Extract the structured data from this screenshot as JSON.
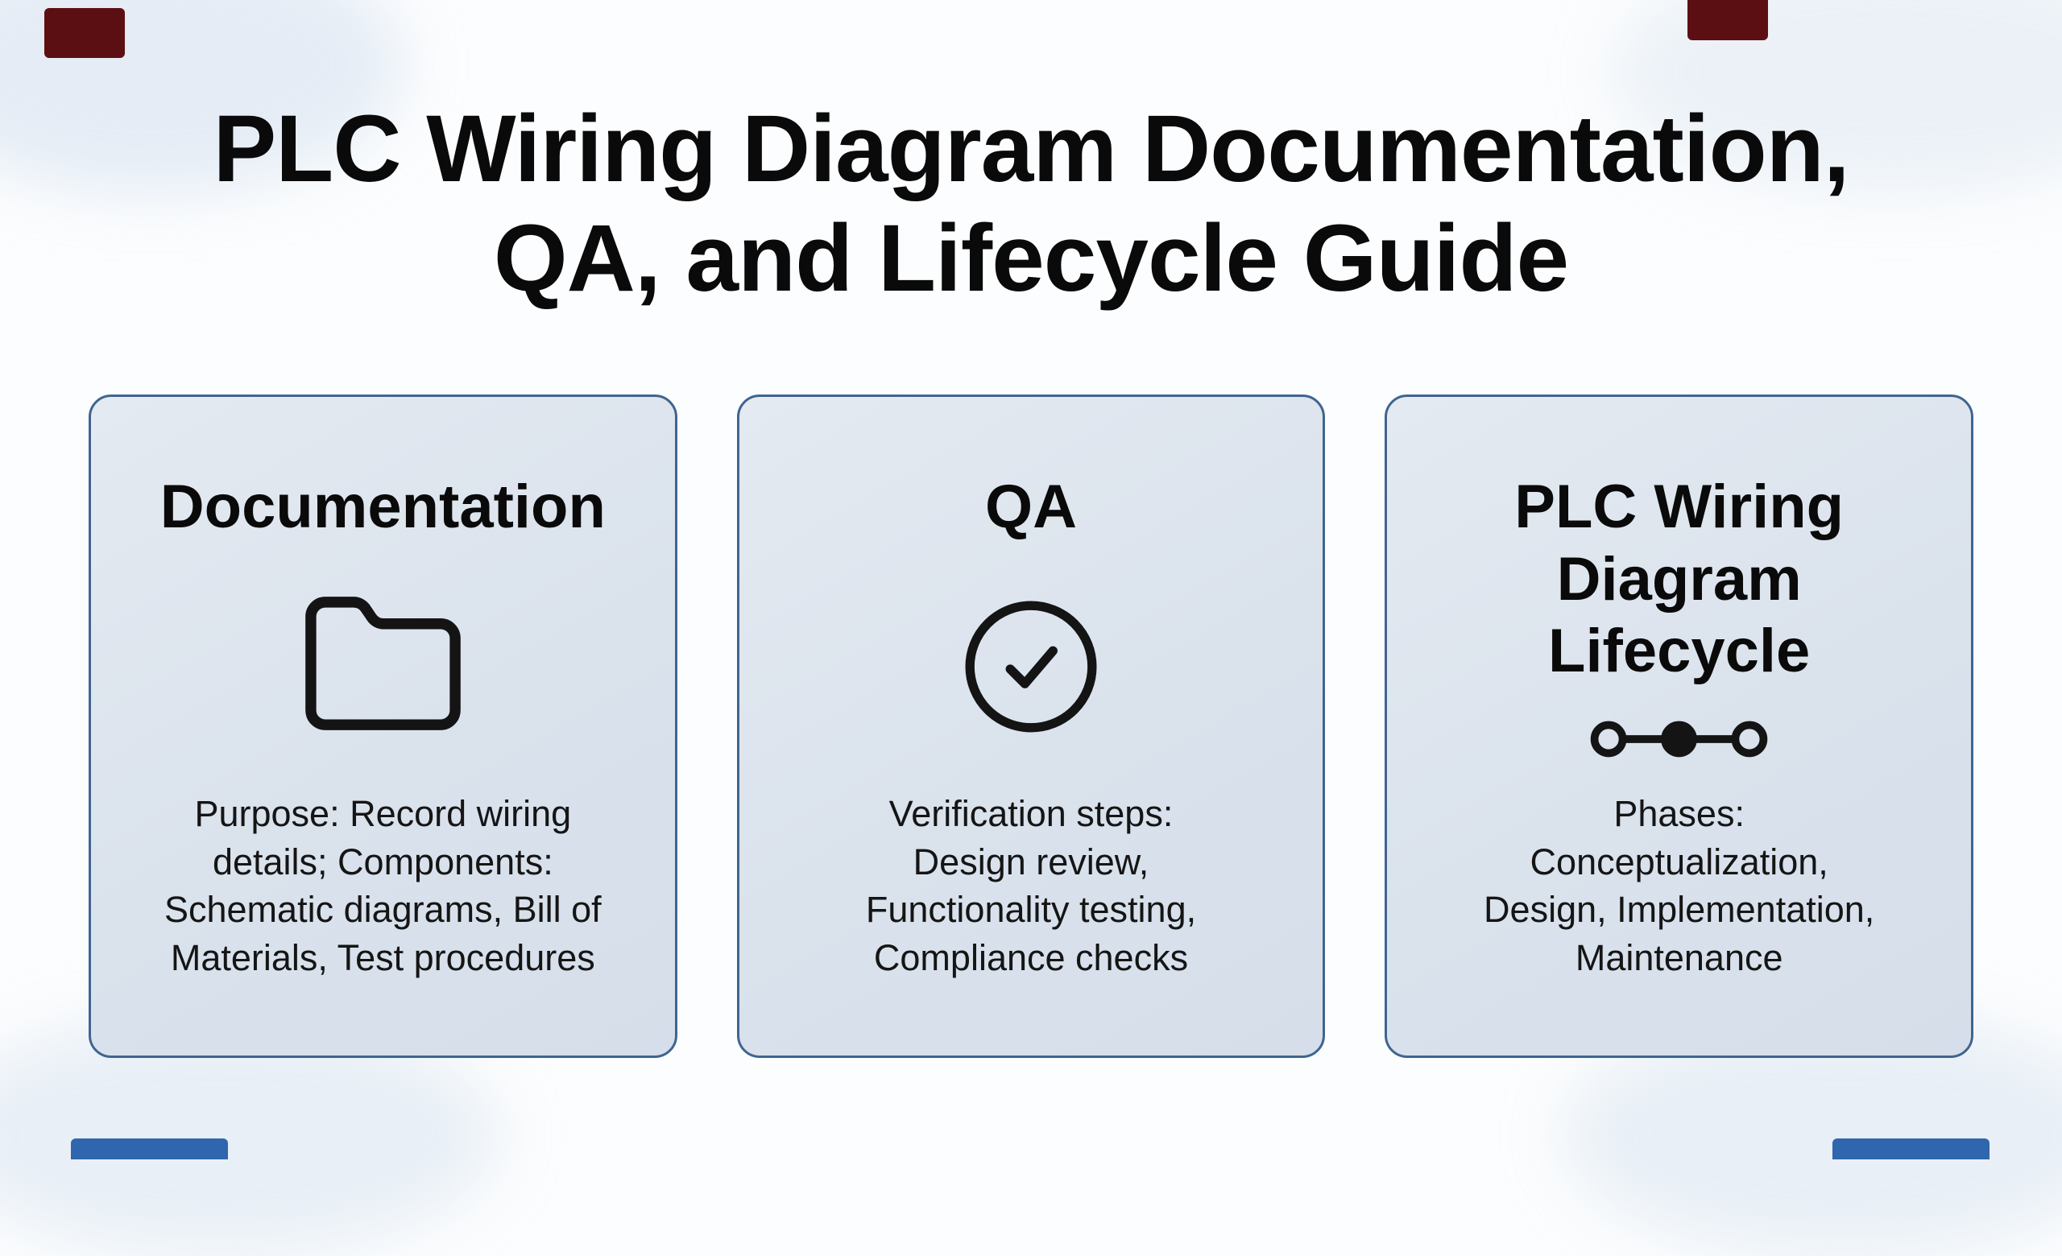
{
  "title": {
    "lines": [
      "PLC Wiring Diagram Documentation,",
      "QA, and Lifecycle Guide"
    ]
  },
  "cards": [
    {
      "heading": "Documentation",
      "icon": "folder-icon",
      "body_lines": [
        "Purpose: Record wiring",
        "details; Components:",
        "Schematic diagrams, Bill of",
        "Materials, Test procedures"
      ]
    },
    {
      "heading": "QA",
      "icon": "check-circle-icon",
      "body_lines": [
        "Verification steps:",
        "Design review,",
        "Functionality testing,",
        "Compliance checks"
      ]
    },
    {
      "heading_lines": [
        "PLC Wiring",
        "Diagram",
        "Lifecycle"
      ],
      "icon": "timeline-icon",
      "body_lines": [
        "Phases:",
        "Conceptualization,",
        "Design, Implementation,",
        "Maintenance"
      ]
    }
  ],
  "colors": {
    "background": "#fcfdfe",
    "card_background": "#dce3ec",
    "card_border": "#3f6590",
    "title_text": "#0a0a0a",
    "body_text": "#151515",
    "icon_stroke": "#141414",
    "corner_mark_red": "#5c0f13",
    "corner_mark_blue": "#2f66ad"
  }
}
